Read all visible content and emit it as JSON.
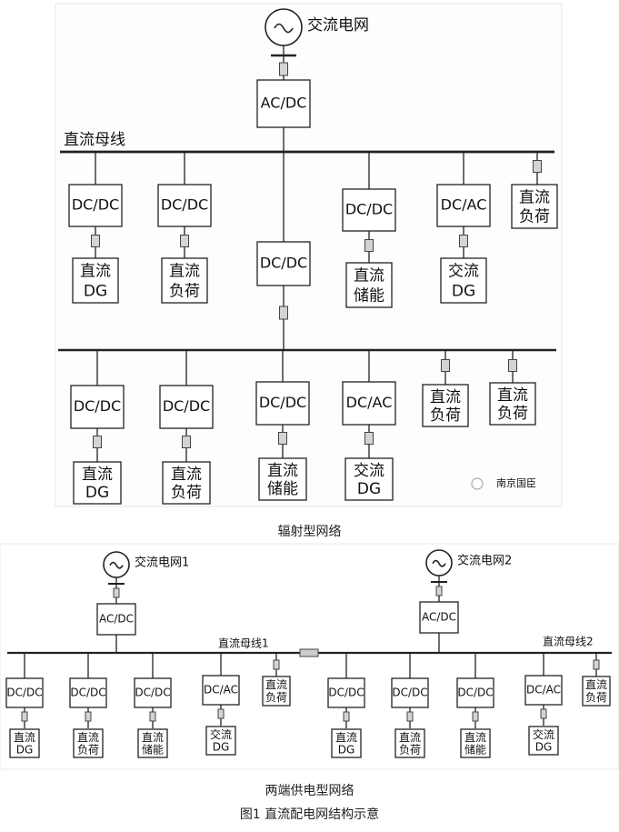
{
  "top": {
    "source_label": "交流电网",
    "main_converter": "AC/DC",
    "bus_label": "直流母线",
    "upper_row": [
      {
        "converter": "DC/DC",
        "load": [
          "直流",
          "DG"
        ]
      },
      {
        "converter": "DC/DC",
        "load": [
          "直流",
          "负荷"
        ]
      },
      {
        "converter": "DC/DC",
        "load": [
          "直流",
          "储能"
        ]
      },
      {
        "converter": "DC/AC",
        "load": [
          "交流",
          "DG"
        ]
      }
    ],
    "upper_direct_load": [
      "直流",
      "负荷"
    ],
    "middle_converter": "DC/DC",
    "lower_row": [
      {
        "converter": "DC/DC",
        "load": [
          "直流",
          "DG"
        ]
      },
      {
        "converter": "DC/DC",
        "load": [
          "直流",
          "负荷"
        ]
      },
      {
        "converter": "DC/DC",
        "load": [
          "直流",
          "储能"
        ]
      },
      {
        "converter": "DC/AC",
        "load": [
          "交流",
          "DG"
        ]
      }
    ],
    "lower_direct_loads": [
      [
        "直流",
        "负荷"
      ],
      [
        "直流",
        "负荷"
      ]
    ],
    "watermark": "南京国臣",
    "caption": "辐射型网络"
  },
  "bottom": {
    "source1_label": "交流电网1",
    "source2_label": "交流电网2",
    "converter1": "AC/DC",
    "converter2": "AC/DC",
    "bus1_label": "直流母线1",
    "bus2_label": "直流母线2",
    "row": [
      {
        "converter": "DC/DC",
        "load": [
          "直流",
          "DG"
        ]
      },
      {
        "converter": "DC/DC",
        "load": [
          "直流",
          "负荷"
        ]
      },
      {
        "converter": "DC/DC",
        "load": [
          "直流",
          "储能"
        ]
      },
      {
        "converter": "DC/AC",
        "load": [
          "交流",
          "DG"
        ]
      },
      {
        "direct": [
          "直流",
          "负荷"
        ]
      },
      {
        "converter": "DC/DC",
        "load": [
          "直流",
          "DG"
        ]
      },
      {
        "converter": "DC/DC",
        "load": [
          "直流",
          "负荷"
        ]
      },
      {
        "converter": "DC/DC",
        "load": [
          "直流",
          "储能"
        ]
      },
      {
        "converter": "DC/AC",
        "load": [
          "交流",
          "DG"
        ]
      },
      {
        "direct": [
          "直流",
          "负荷"
        ]
      }
    ],
    "caption": "两端供电型网络"
  },
  "figure_caption": "图1 直流配电网结构示意"
}
